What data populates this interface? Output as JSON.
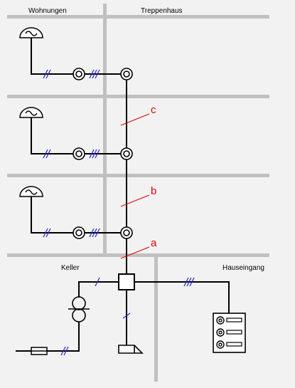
{
  "labels": {
    "wohnungen": "Wohnungen",
    "treppenhaus": "Treppenhaus",
    "keller": "Keller",
    "hauseingang": "Hauseingang",
    "riser_a": "a",
    "riser_b": "b",
    "riser_c": "c"
  },
  "colors": {
    "background": "#f2f2f2",
    "walls": "#c0c0c0",
    "wiring": "#000000",
    "cable_tick": "#2222cc",
    "annotation": "#e00000"
  },
  "symbols": {
    "apartment_outlet": "bell-tone-icon",
    "junction_socket": "double-circle-icon",
    "transformer": "transformer-icon",
    "fuse": "fuse-icon",
    "bell_button_panel": "doorbell-panel-icon",
    "door_opener": "door-opener-icon",
    "distribution_box": "junction-box-icon"
  }
}
